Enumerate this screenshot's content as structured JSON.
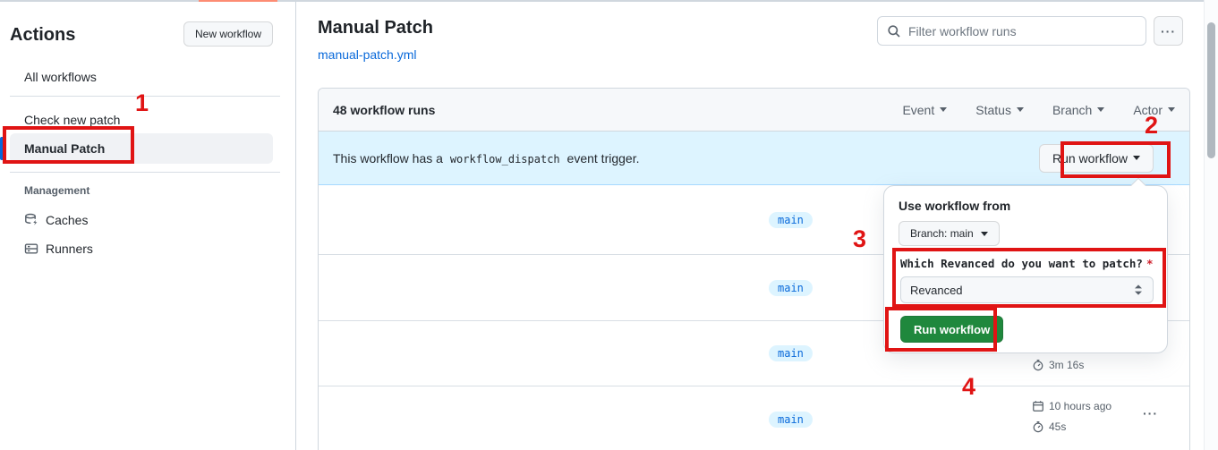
{
  "colors": {
    "annotation_red": "#e01414",
    "accent_blue": "#0969da",
    "button_green": "#1f883d",
    "banner_blue_bg": "#ddf4ff",
    "tab_underline_orange": "#fd8c73"
  },
  "annotations": {
    "step1": "1",
    "step2": "2",
    "step3": "3",
    "step4": "4"
  },
  "icons": {
    "ellipsis": "···"
  },
  "sidebar": {
    "title": "Actions",
    "new_workflow_button": "New workflow",
    "items": [
      {
        "label": "All workflows"
      },
      {
        "label": "Check new patch"
      },
      {
        "label": "Manual Patch"
      }
    ],
    "management": {
      "header": "Management",
      "caches_label": "Caches",
      "runners_label": "Runners"
    }
  },
  "header": {
    "title": "Manual Patch",
    "workflow_file_link": "manual-patch.yml",
    "filter_placeholder": "Filter workflow runs"
  },
  "runs_panel": {
    "count_label": "48 workflow runs",
    "filters": [
      {
        "label": "Event"
      },
      {
        "label": "Status"
      },
      {
        "label": "Branch"
      },
      {
        "label": "Actor"
      }
    ],
    "banner": {
      "text_before": "This workflow has a",
      "code_token": "workflow_dispatch",
      "text_after": "event trigger.",
      "run_workflow_button": "Run workflow"
    },
    "rows": [
      {
        "branch": "main"
      },
      {
        "branch": "main"
      },
      {
        "branch": "main",
        "duration": "3m 16s"
      },
      {
        "branch": "main",
        "started": "10 hours ago",
        "duration": "45s"
      }
    ]
  },
  "run_dialog": {
    "heading": "Use workflow from",
    "branch_selector": "Branch: main",
    "input_label": "Which Revanced do you want to patch?",
    "required_marker": "*",
    "select_value": "Revanced",
    "submit_button": "Run workflow"
  }
}
